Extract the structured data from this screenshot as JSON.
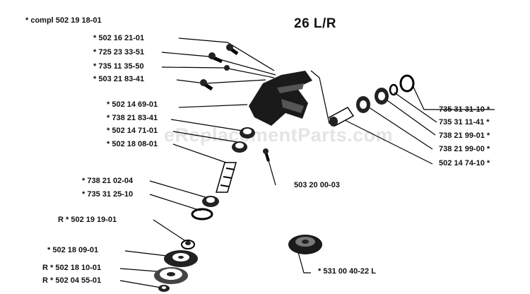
{
  "diagram": {
    "title": "26 L/R",
    "kit_note": "* compl 502 19 18-01",
    "watermark": "eReplacementParts.com"
  },
  "parts_left": [
    {
      "id": "502-16-21-01",
      "text": "* 502 16 21-01"
    },
    {
      "id": "725-23-33-51",
      "text": "* 725 23 33-51"
    },
    {
      "id": "735-11-35-50",
      "text": "* 735 11 35-50"
    },
    {
      "id": "503-21-83-41",
      "text": "* 503 21 83-41"
    },
    {
      "id": "502-14-69-01",
      "text": "* 502 14 69-01"
    },
    {
      "id": "738-21-83-41",
      "text": "* 738 21 83-41"
    },
    {
      "id": "502-14-71-01",
      "text": "* 502 14 71-01"
    },
    {
      "id": "502-18-08-01",
      "text": "* 502 18 08-01"
    },
    {
      "id": "738-21-02-04",
      "text": "* 738 21 02-04"
    },
    {
      "id": "735-31-25-10",
      "text": "* 735 31 25-10"
    },
    {
      "id": "502-19-19-01",
      "text": "R * 502 19 19-01"
    },
    {
      "id": "502-18-09-01",
      "text": "* 502 18 09-01"
    },
    {
      "id": "502-18-10-01",
      "text": "R * 502 18 10-01"
    },
    {
      "id": "502-04-55-01",
      "text": "R * 502 04 55-01"
    }
  ],
  "parts_right": [
    {
      "id": "735-31-31-10",
      "text": "735 31 31-10 *"
    },
    {
      "id": "735-31-11-41",
      "text": "735 31 11-41 *"
    },
    {
      "id": "738-21-99-01",
      "text": "738 21 99-01 *"
    },
    {
      "id": "738-21-99-00",
      "text": "738 21 99-00 *"
    },
    {
      "id": "502-14-74-10",
      "text": "502 14 74-10 *"
    }
  ],
  "parts_other": [
    {
      "id": "503-20-00-03",
      "text": "503 20 00-03"
    },
    {
      "id": "531-00-40-22",
      "text": "* 531 00 40-22 L"
    }
  ]
}
